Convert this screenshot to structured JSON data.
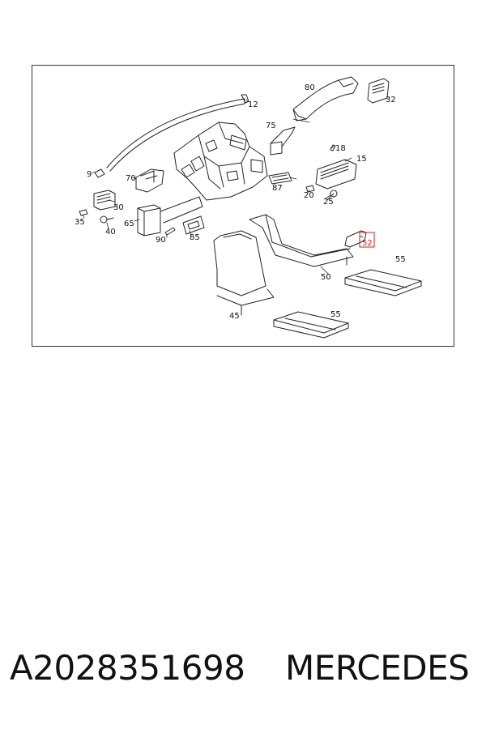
{
  "diagram": {
    "callouts": [
      "80",
      "32",
      "12",
      "75",
      "18",
      "15",
      "9",
      "70",
      "87",
      "20",
      "25",
      "30",
      "35",
      "65",
      "40",
      "90",
      "85",
      "52",
      "55",
      "50",
      "45",
      "55"
    ],
    "highlighted_callout": "52",
    "highlight_color": "#cc2222",
    "line_color": "#222222"
  },
  "footer": {
    "part_number": "A2028351698",
    "brand": "MERCEDES"
  }
}
